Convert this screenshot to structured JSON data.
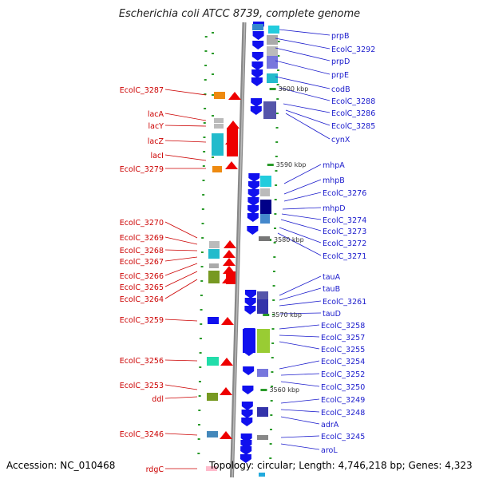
{
  "title": "Escherichia coli ATCC 8739, complete genome",
  "footer": {
    "accession": "Accession: NC_010468",
    "summary": "Topology: circular; Length: 4,746,218 bp; Genes: 4,323"
  },
  "colors": {
    "left_label": "#cc0000",
    "right_label": "#1a1acc",
    "axis": "#888888",
    "tick": "#2a9a2a",
    "reverse_arrow": "#ee0000",
    "forward_arrow": "#1010ee"
  },
  "scale_labels": [
    {
      "text": "3600 kbp"
    },
    {
      "text": "3590 kbp"
    },
    {
      "text": "3580 kbp"
    },
    {
      "text": "3570 kbp"
    },
    {
      "text": "3560 kbp"
    }
  ],
  "left_labels": [
    "EcolC_3287",
    "lacA",
    "lacY",
    "lacZ",
    "lacI",
    "EcolC_3279",
    "EcolC_3270",
    "EcolC_3269",
    "EcolC_3268",
    "EcolC_3267",
    "EcolC_3266",
    "EcolC_3265",
    "EcolC_3264",
    "EcolC_3259",
    "EcolC_3256",
    "EcolC_3253",
    "ddl",
    "EcolC_3246",
    "rdgC"
  ],
  "right_labels": [
    "prpB",
    "EcolC_3292",
    "prpD",
    "prpE",
    "codB",
    "EcolC_3288",
    "EcolC_3286",
    "EcolC_3285",
    "cynX",
    "mhpA",
    "mhpB",
    "EcolC_3276",
    "mhpD",
    "EcolC_3274",
    "EcolC_3273",
    "EcolC_3272",
    "EcolC_3271",
    "tauA",
    "tauB",
    "EcolC_3261",
    "tauD",
    "EcolC_3258",
    "EcolC_3257",
    "EcolC_3255",
    "EcolC_3254",
    "EcolC_3252",
    "EcolC_3250",
    "EcolC_3249",
    "EcolC_3248",
    "adrA",
    "EcolC_3245",
    "aroL"
  ]
}
